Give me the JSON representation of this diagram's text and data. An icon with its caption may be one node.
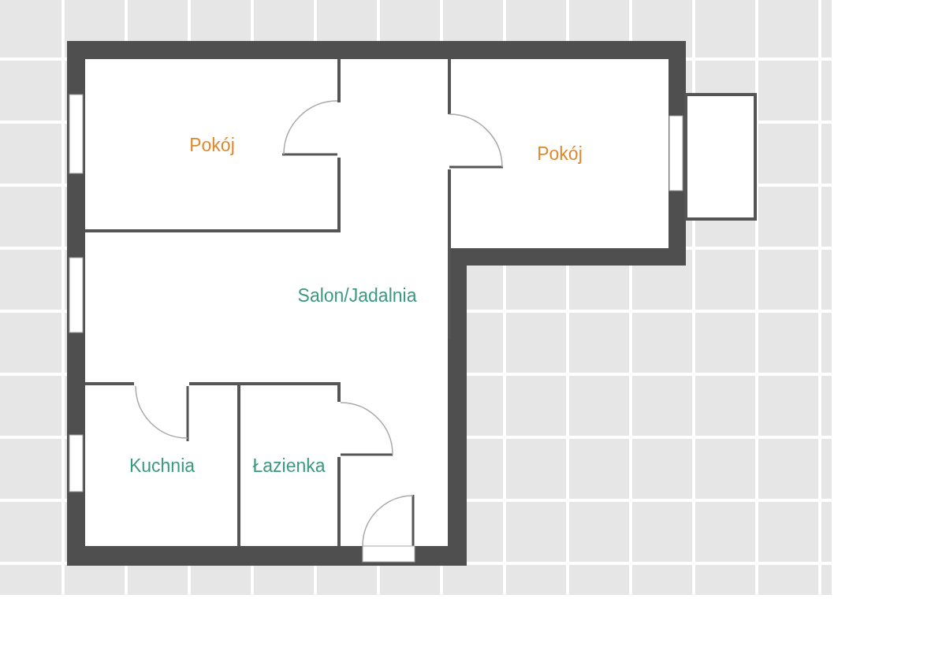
{
  "diagram": {
    "nodes": [
      {
        "text": [
          "Pokój"
        ]
      },
      {
        "text": [
          "Pokój"
        ]
      },
      {
        "text": [],
        "shape": "box"
      },
      {
        "text": [
          "Salon/Jadalnia"
        ]
      },
      {
        "text": [
          "Kuchnia"
        ]
      },
      {
        "text": [
          "Łazienka"
        ]
      }
    ]
  }
}
